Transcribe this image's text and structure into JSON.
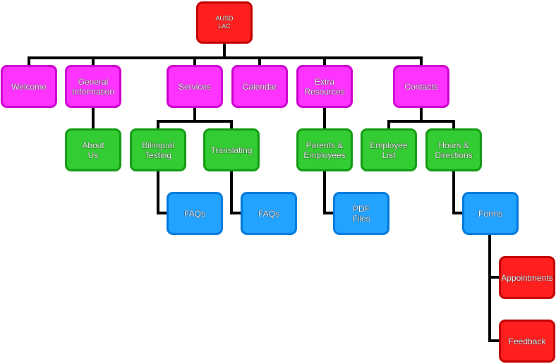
{
  "colors": {
    "red_fill": "#ff1f1f",
    "red_border": "#c00000",
    "magenta_fill": "#ff33ff",
    "magenta_border": "#cc00cc",
    "green_fill": "#33cc33",
    "green_border": "#119911",
    "blue_fill": "#22a3ff",
    "blue_border": "#0077dd",
    "connector": "#000000"
  },
  "nodes": {
    "root": "AUSD\nLAC",
    "welcome": "Welcome",
    "general_information": "General\nInformation",
    "services": "Services",
    "calendar": "Calendar",
    "extra_resources": "Extra\nResources",
    "contacts": "Contacts",
    "about_us": "About\nUs",
    "bilingual_testing": "Bilingual\nTesting",
    "translating": "Translating",
    "parents_employees": "Parents &\nEmployees",
    "employee_list": "Employee\nList",
    "hours_directions": "Hours &\nDirections",
    "faqs_1": "FAQs",
    "faqs_2": "FAQs",
    "pdf_files": "PDF\nFiles",
    "forms": "Forms",
    "appointments": "Appointments",
    "feedback": "Feedback"
  }
}
